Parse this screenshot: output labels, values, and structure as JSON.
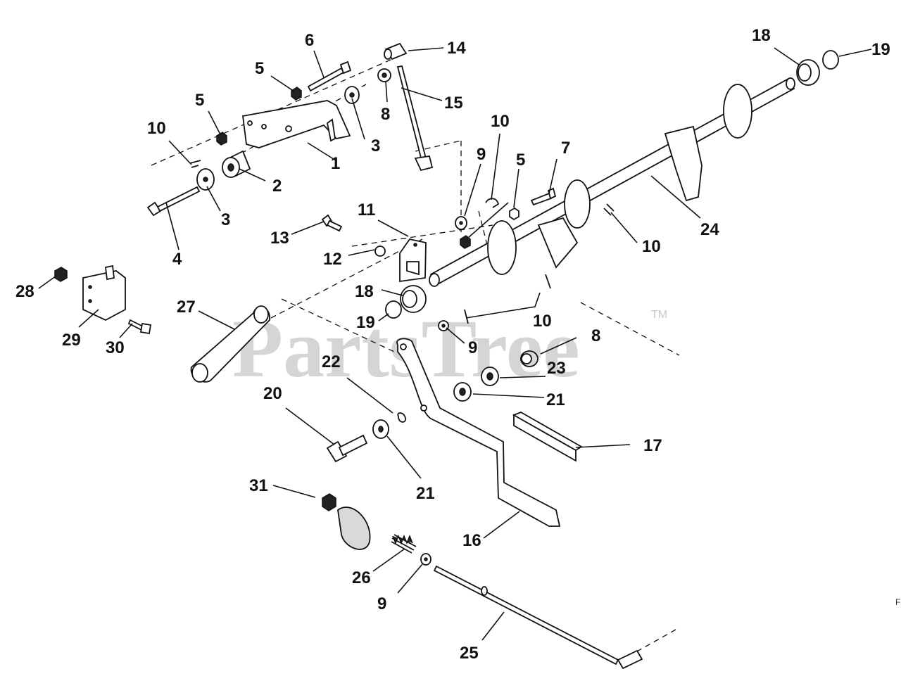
{
  "watermark": {
    "text": "PartsTree",
    "tm": "TM"
  },
  "edge_label": "F",
  "callouts": {
    "c1": "1",
    "c2": "2",
    "c3a": "3",
    "c3b": "3",
    "c4": "4",
    "c5a": "5",
    "c5b": "5",
    "c5c": "5",
    "c6": "6",
    "c7": "7",
    "c8a": "8",
    "c8b": "8",
    "c9a": "9",
    "c9b": "9",
    "c9c": "9",
    "c10a": "10",
    "c10b": "10",
    "c10c": "10",
    "c10d": "10",
    "c11": "11",
    "c12": "12",
    "c13": "13",
    "c14": "14",
    "c15": "15",
    "c16": "16",
    "c17": "17",
    "c18a": "18",
    "c18b": "18",
    "c19a": "19",
    "c19b": "19",
    "c20": "20",
    "c21a": "21",
    "c21b": "21",
    "c22": "22",
    "c23": "23",
    "c24": "24",
    "c25": "25",
    "c26": "26",
    "c27": "27",
    "c28": "28",
    "c29": "29",
    "c30": "30",
    "c31": "31"
  }
}
